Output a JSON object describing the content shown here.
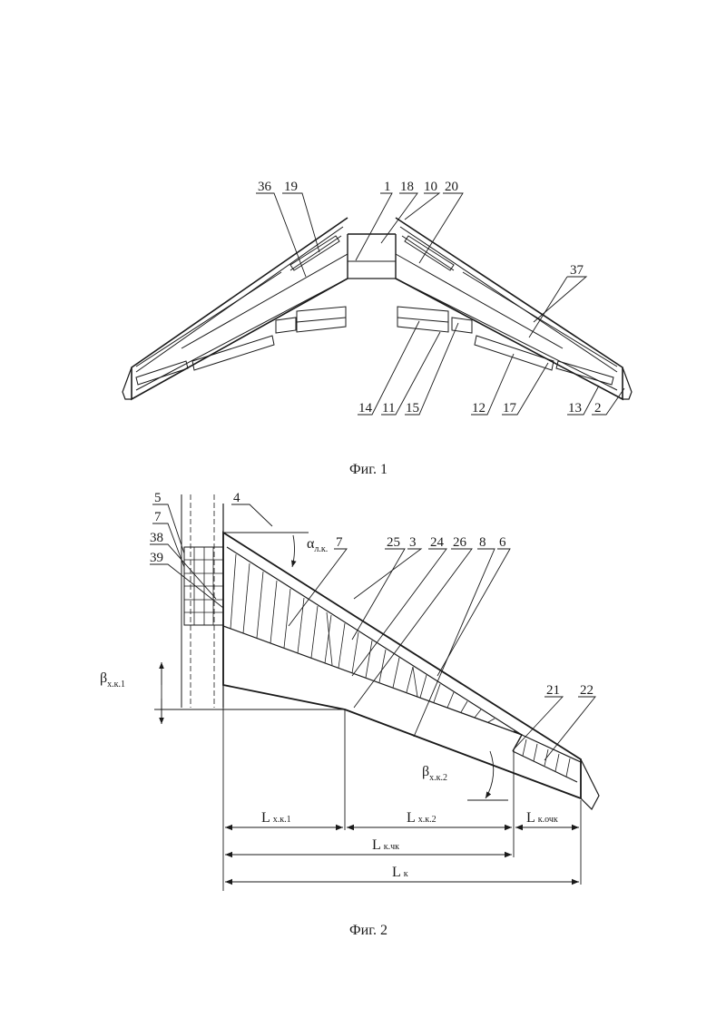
{
  "figure1": {
    "caption": "Фиг. 1",
    "labels": {
      "n36": "36",
      "n19": "19",
      "n1": "1",
      "n18": "18",
      "n10": "10",
      "n20": "20",
      "n37": "37",
      "n14": "14",
      "n11": "11",
      "n15": "15",
      "n12": "12",
      "n17": "17",
      "n13": "13",
      "n2": "2"
    }
  },
  "figure2": {
    "caption": "Фиг. 2",
    "labels": {
      "n5": "5",
      "n7a": "7",
      "n38": "38",
      "n39": "39",
      "n4": "4",
      "n7b": "7",
      "n25": "25",
      "n3": "3",
      "n24": "24",
      "n26": "26",
      "n8": "8",
      "n6": "6",
      "n21": "21",
      "n22": "22"
    },
    "angles": {
      "alpha_main": "α",
      "alpha_sub": "л.к.",
      "beta1_main": "β",
      "beta1_sub": "х.к.1",
      "beta2_main": "β",
      "beta2_sub": "х.к.2"
    },
    "dimensions": {
      "lxk1_main": "L",
      "lxk1_sub": "х.к.1",
      "lxk2_main": "L",
      "lxk2_sub": "х.к.2",
      "lkochk_main": "L",
      "lkochk_sub": "к.очк",
      "lkchk_main": "L",
      "lkchk_sub": "к.чк",
      "lk_main": "L",
      "lk_sub": "к"
    }
  }
}
